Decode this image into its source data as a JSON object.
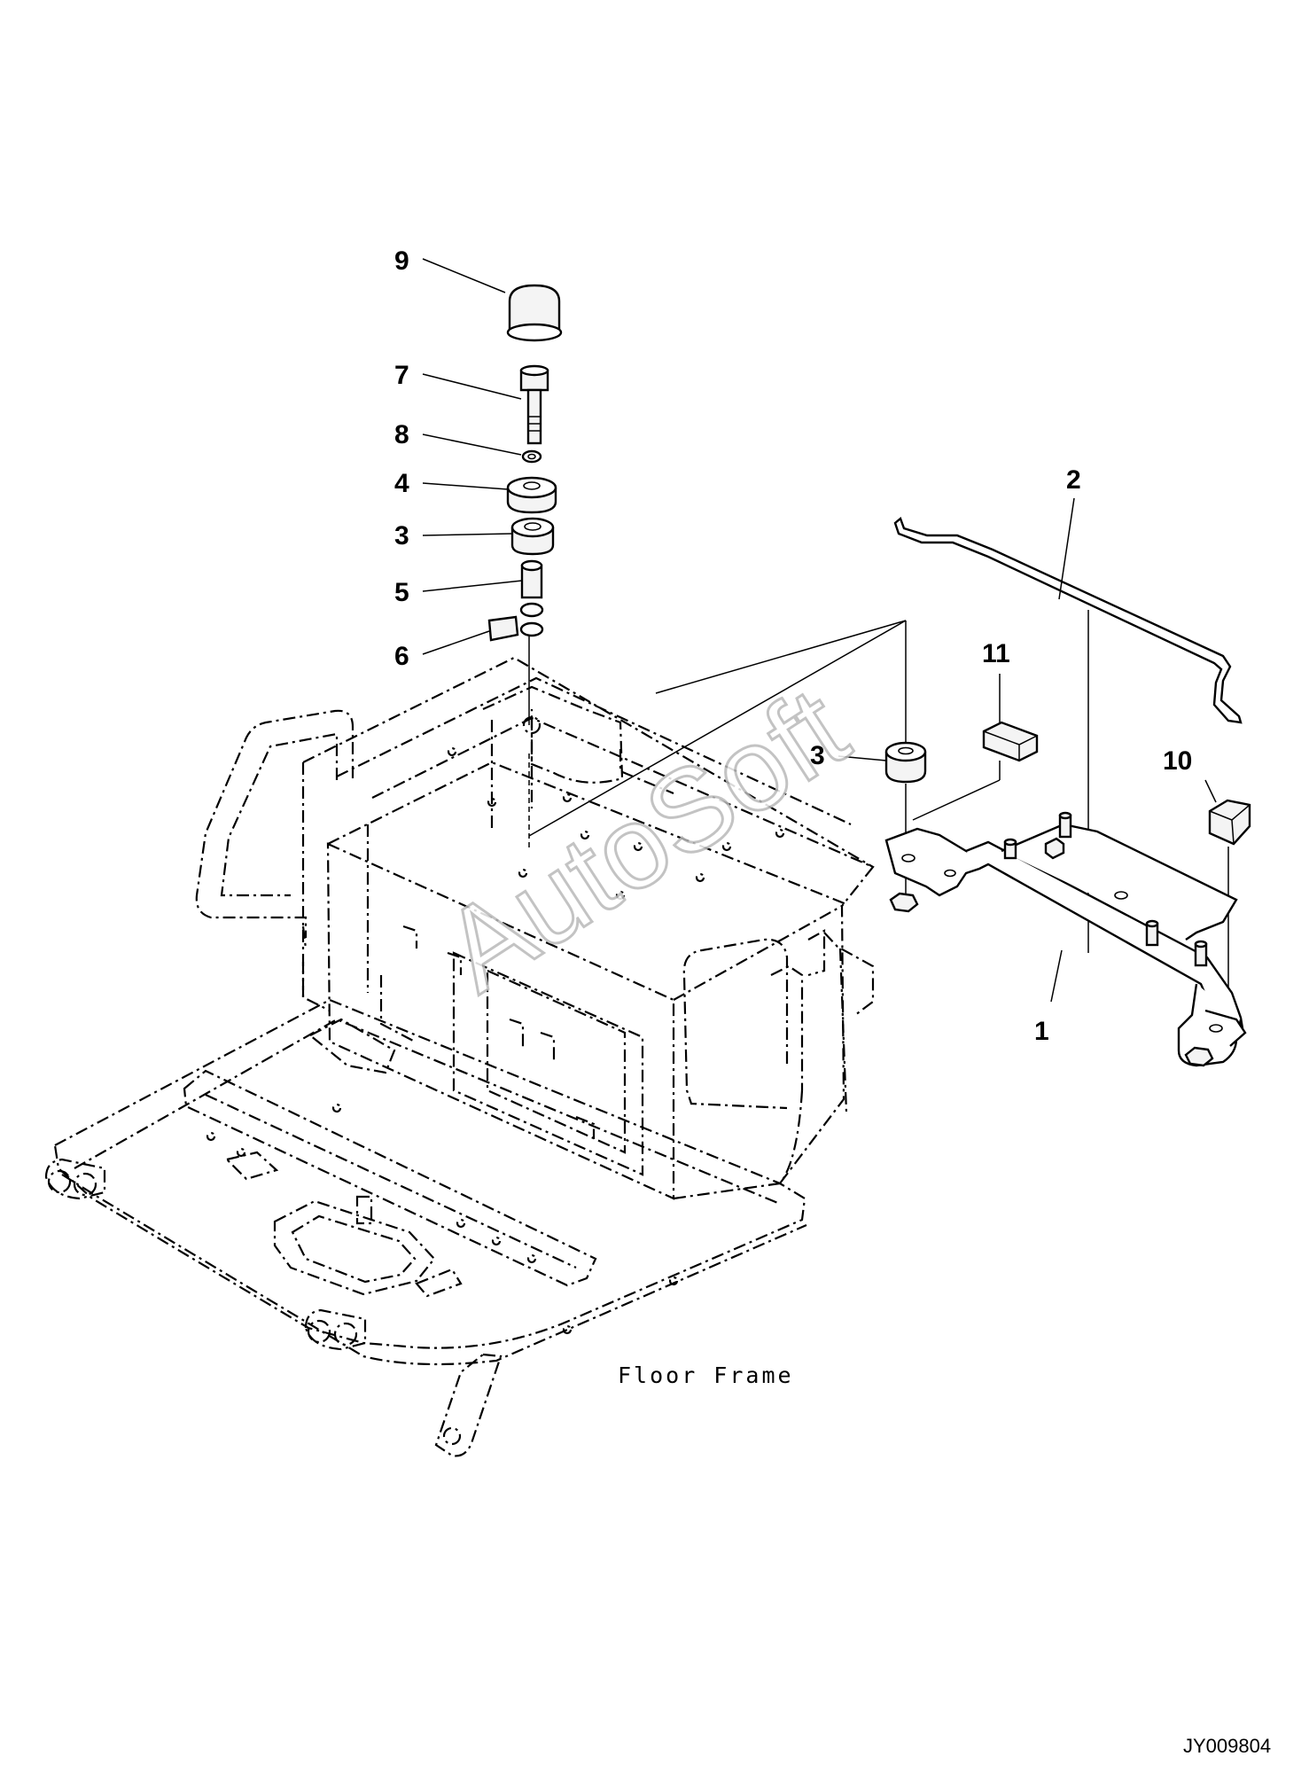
{
  "diagram": {
    "caption": "Floor Frame",
    "drawing_id": "JY009804",
    "watermark": "AutoSoft",
    "callouts": [
      "9",
      "7",
      "8",
      "4",
      "3",
      "5",
      "6",
      "2",
      "11",
      "3",
      "10",
      "1"
    ]
  }
}
